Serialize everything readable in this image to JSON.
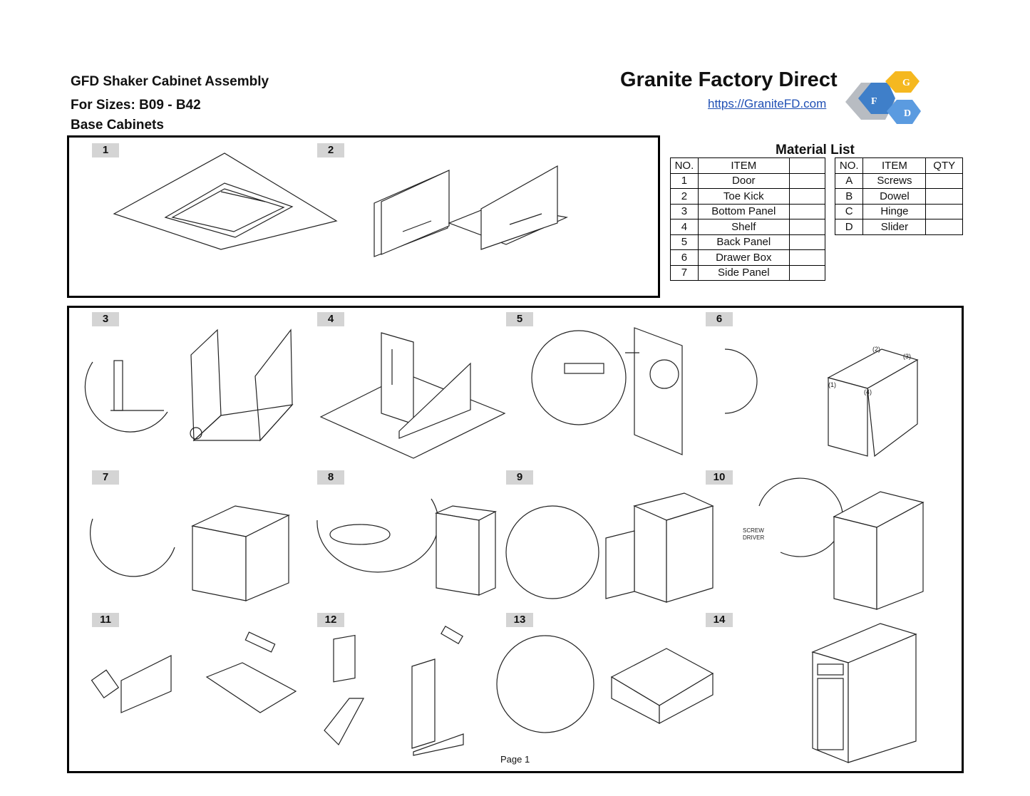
{
  "header": {
    "title": "GFD Shaker Cabinet Assembly",
    "sizes": "For Sizes: B09 - B42",
    "category": "Base Cabinets",
    "company": "Granite Factory Direct",
    "url": "https://GraniteFD.com",
    "logo_letters": [
      "G",
      "F",
      "D"
    ]
  },
  "material_list": {
    "title": "Material List",
    "parts_headers": [
      "NO.",
      "ITEM",
      ""
    ],
    "parts": [
      {
        "no": "1",
        "item": "Door"
      },
      {
        "no": "2",
        "item": "Toe Kick"
      },
      {
        "no": "3",
        "item": "Bottom Panel"
      },
      {
        "no": "4",
        "item": "Shelf"
      },
      {
        "no": "5",
        "item": "Back Panel"
      },
      {
        "no": "6",
        "item": "Drawer Box"
      },
      {
        "no": "7",
        "item": "Side Panel"
      }
    ],
    "hardware_headers": [
      "NO.",
      "ITEM",
      "QTY"
    ],
    "hardware": [
      {
        "no": "A",
        "item": "Screws"
      },
      {
        "no": "B",
        "item": "Dowel"
      },
      {
        "no": "C",
        "item": "Hinge"
      },
      {
        "no": "D",
        "item": "Slider"
      }
    ]
  },
  "steps": [
    "1",
    "2",
    "3",
    "4",
    "5",
    "6",
    "7",
    "8",
    "9",
    "10",
    "11",
    "12",
    "13",
    "14"
  ],
  "annotations": {
    "screw_driver_1": "SCREW",
    "screw_driver_2": "DRIVER",
    "callout_1": "(1)",
    "callout_2": "(2)",
    "callout_3": "(3)",
    "callout_4": "(4)"
  },
  "footer": {
    "page": "Page 1"
  },
  "colors": {
    "logo_orange": "#f5b820",
    "logo_blue": "#3f7fc9",
    "logo_light_blue": "#5b9be0",
    "logo_gray": "#b8bcc2"
  }
}
